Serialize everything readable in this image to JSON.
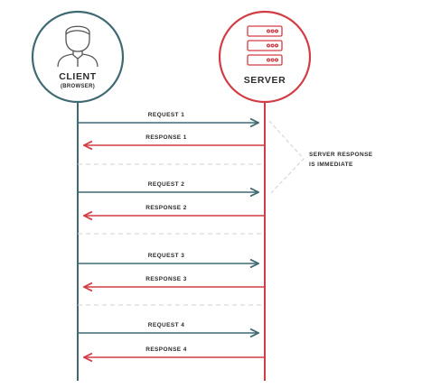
{
  "colors": {
    "client": "#3f6a73",
    "server": "#d23c45",
    "divider": "#d0d0d0",
    "text": "#2b2b2b"
  },
  "client": {
    "label": "CLIENT",
    "sublabel": "(BROWSER)",
    "icon": "user-avatar-icon"
  },
  "server": {
    "label": "SERVER",
    "icon": "server-rack-icon"
  },
  "annotation": {
    "line1": "SERVER RESPONSE",
    "line2": "IS IMMEDIATE"
  },
  "messages": [
    {
      "request": "REQUEST 1",
      "response": "RESPONSE 1"
    },
    {
      "request": "REQUEST 2",
      "response": "RESPONSE 2"
    },
    {
      "request": "REQUEST 3",
      "response": "RESPONSE 3"
    },
    {
      "request": "REQUEST 4",
      "response": "RESPONSE 4"
    }
  ]
}
